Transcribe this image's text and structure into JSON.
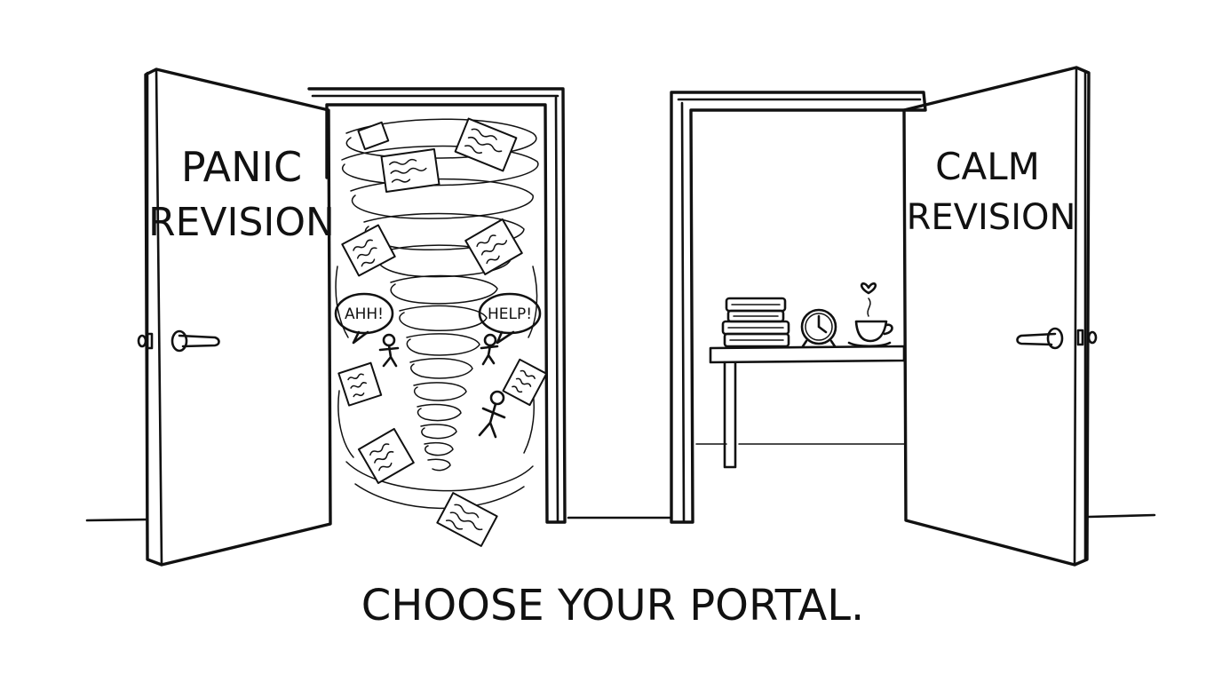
{
  "left_door": {
    "sign_line_1": "PANIC",
    "sign_line_2": "REVISION",
    "speech_bubbles": [
      "AHH!",
      "HELP!"
    ]
  },
  "right_door": {
    "sign_line_1": "CALM",
    "sign_line_2": "REVISION"
  },
  "caption": "CHOOSE YOUR PORTAL.",
  "colors": {
    "ink": "#111111",
    "background": "#ffffff"
  }
}
